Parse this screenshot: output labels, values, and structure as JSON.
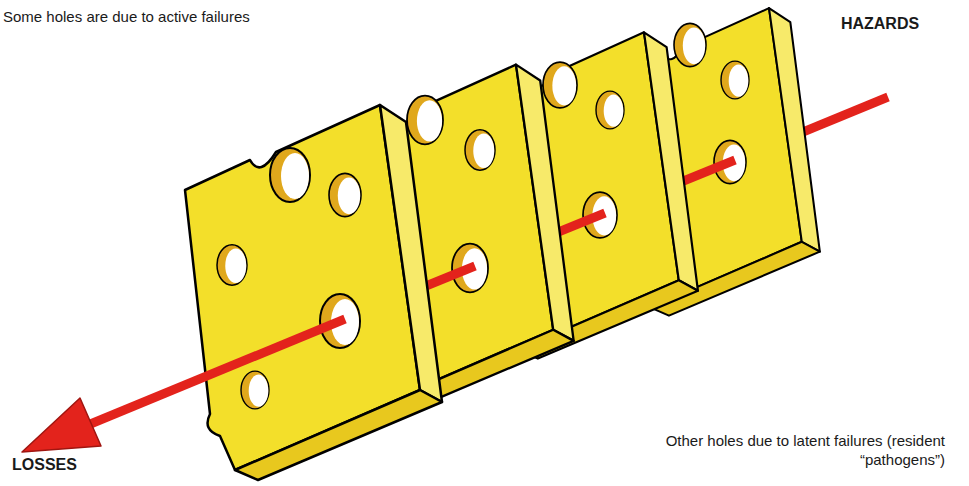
{
  "diagram": {
    "labels": [
      "Some holes are due to active failures",
      "HAZARDS",
      "LOSSES",
      "Other holes due to latent failures (resident “pathogens”)"
    ]
  }
}
